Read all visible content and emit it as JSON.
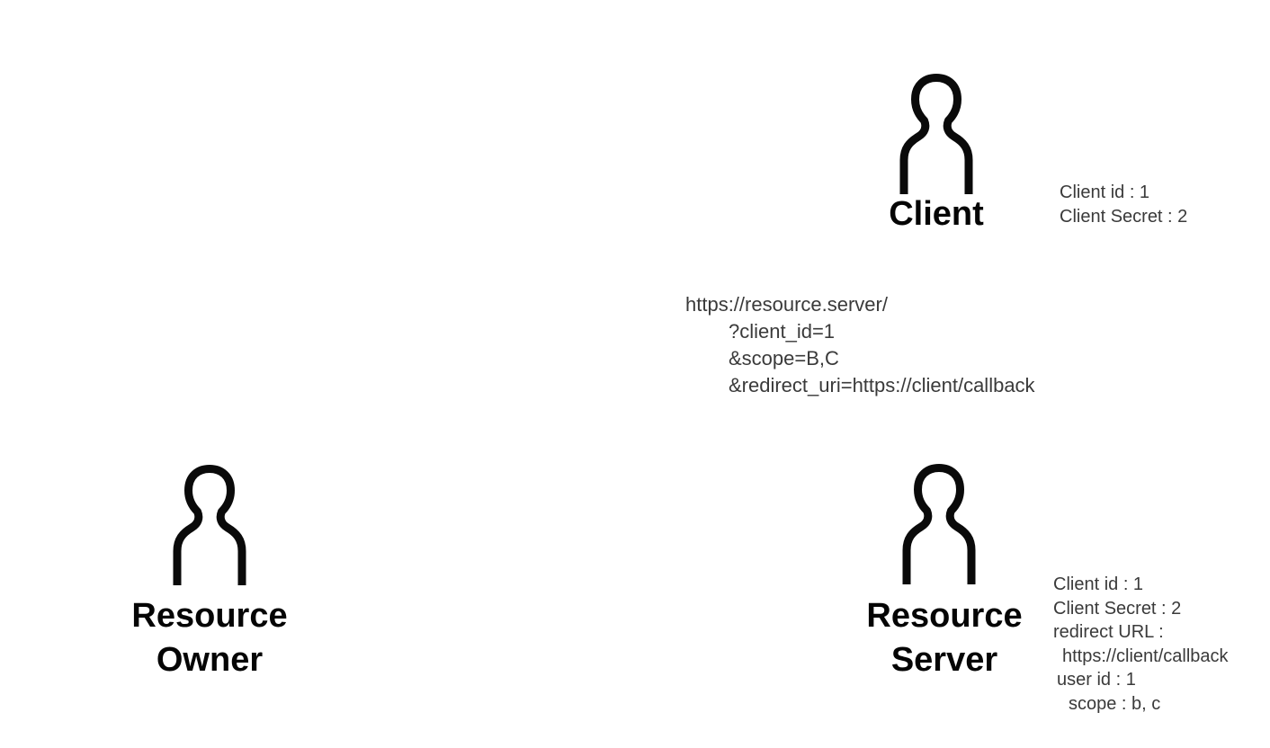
{
  "page": {
    "background": "#ffffff",
    "type": "oauth-actors-diagram"
  },
  "colors": {
    "icon_stroke": "#0a0a0a",
    "heading_text": "#050505",
    "body_text": "#3a3a3a"
  },
  "icons": {
    "person": "person-silhouette-outline-icon"
  },
  "actors": {
    "client": {
      "label": "Client",
      "info_lines": [
        "Client id : 1",
        "Client Secret : 2"
      ]
    },
    "resource_owner": {
      "label_line1": "Resource",
      "label_line2": "Owner"
    },
    "resource_server": {
      "label_line1": "Resource",
      "label_line2": "Server",
      "info_lines": [
        "Client id : 1",
        "Client Secret : 2",
        "redirect URL :",
        "https://client/callback",
        "user id : 1",
        "scope : b, c"
      ]
    }
  },
  "request_url": {
    "lines": [
      "https://resource.server/",
      "?client_id=1",
      "&scope=B,C",
      "&redirect_uri=https://client/callback"
    ]
  }
}
